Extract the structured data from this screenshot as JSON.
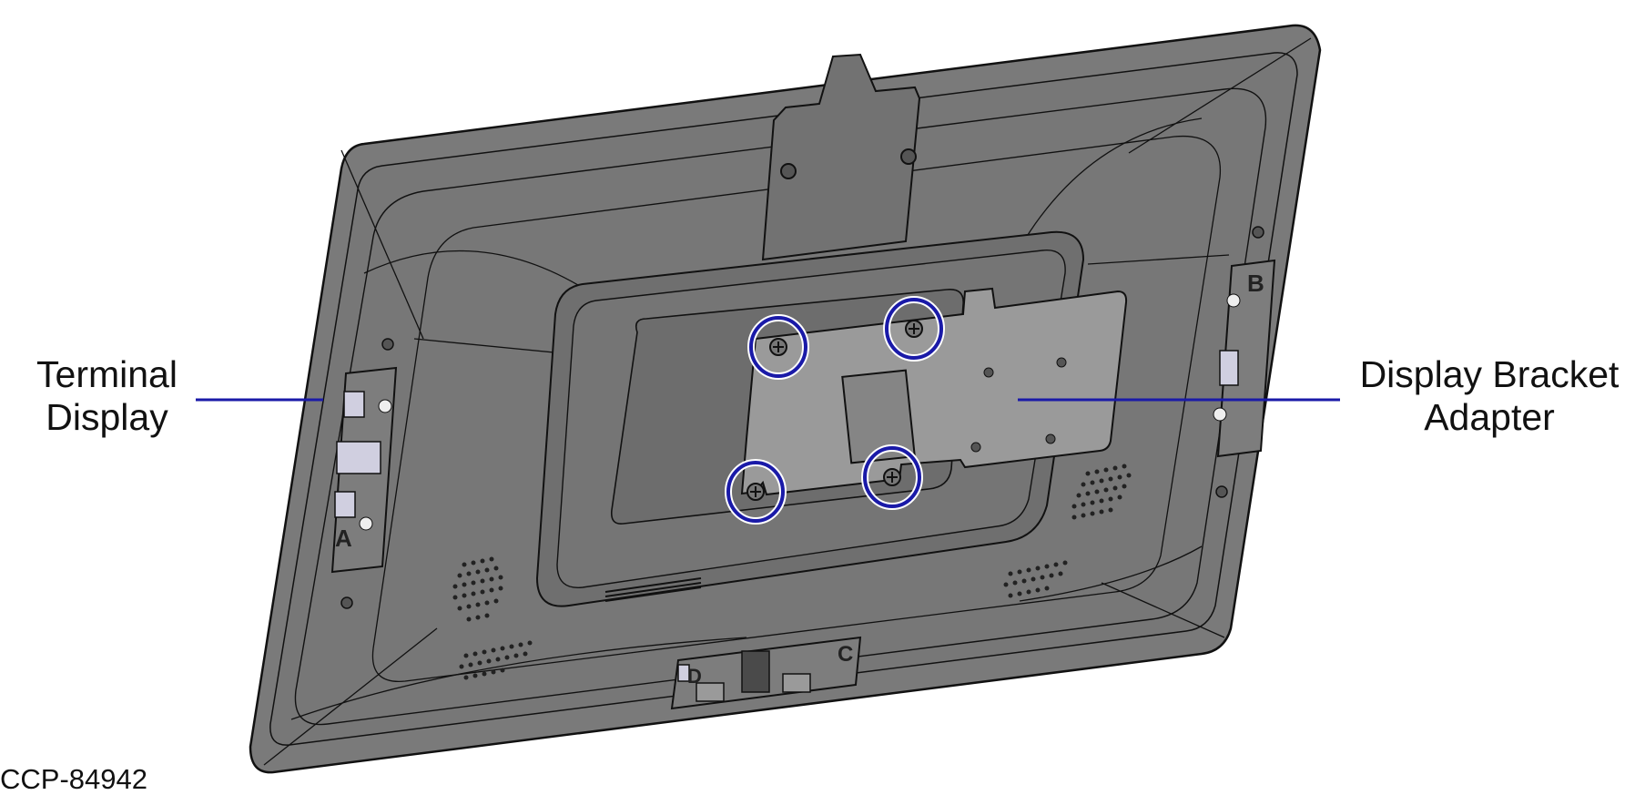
{
  "labels": {
    "terminal_display": [
      "Terminal",
      "Display"
    ],
    "display_bracket_adapter": [
      "Display Bracket",
      "Adapter"
    ]
  },
  "figure_id": "CCP-84942",
  "connector_letters": {
    "left": "A",
    "right": "B",
    "bottom": "C",
    "bottom_small": "D"
  },
  "colors": {
    "housing": "#7a7a7a",
    "housing_dark": "#6a6a6a",
    "bracket": "#9a9a9a",
    "outline": "#111111",
    "highlight_circle": "#1a1aa8",
    "leader_line": "#1a1aa8",
    "port_light": "#d0cfe0"
  }
}
